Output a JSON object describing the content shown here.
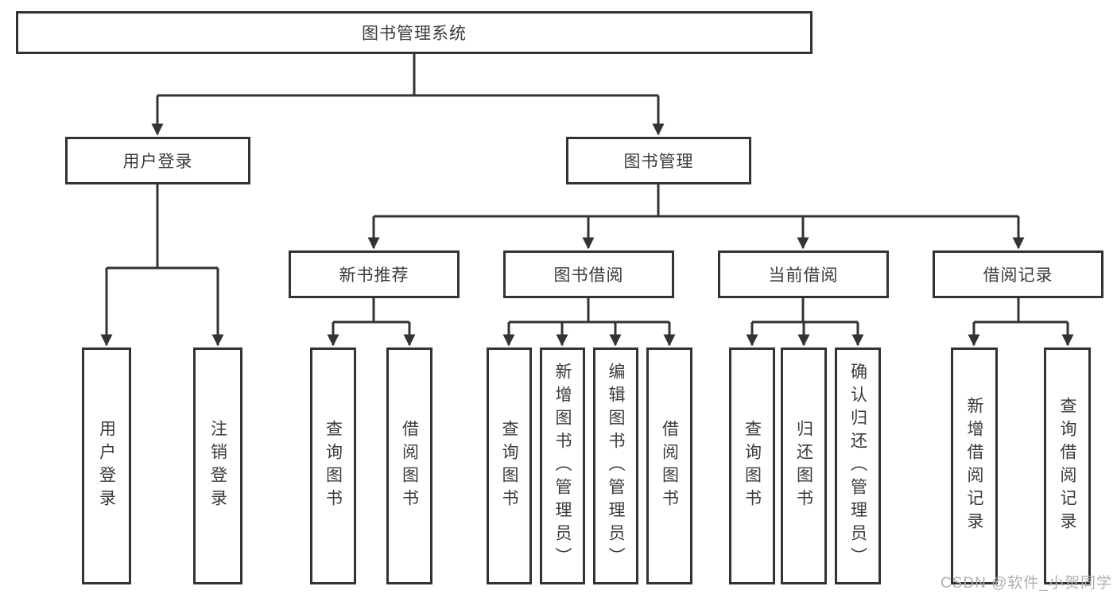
{
  "diagram": {
    "tree": {
      "root": "图书管理系统",
      "branches": [
        {
          "label": "用户登录",
          "children": [
            "用户登录",
            "注销登录"
          ]
        },
        {
          "label": "图书管理",
          "groups": [
            {
              "label": "新书推荐",
              "children": [
                "查询图书",
                "借阅图书"
              ]
            },
            {
              "label": "图书借阅",
              "children": [
                "查询图书",
                "新增图书（管理员）",
                "编辑图书（管理员）",
                "借阅图书"
              ]
            },
            {
              "label": "当前借阅",
              "children": [
                "查询图书",
                "归还图书",
                "确认归还（管理员）"
              ]
            },
            {
              "label": "借阅记录",
              "children": [
                "新增借阅记录",
                "查询借阅记录"
              ]
            }
          ]
        }
      ]
    },
    "colors": {
      "line": "#333333",
      "text": "#3a3a3a",
      "watermark": "#b0b0b0",
      "background": "#ffffff"
    }
  },
  "watermark": {
    "text": "CSDN @软件_小贺同学"
  }
}
